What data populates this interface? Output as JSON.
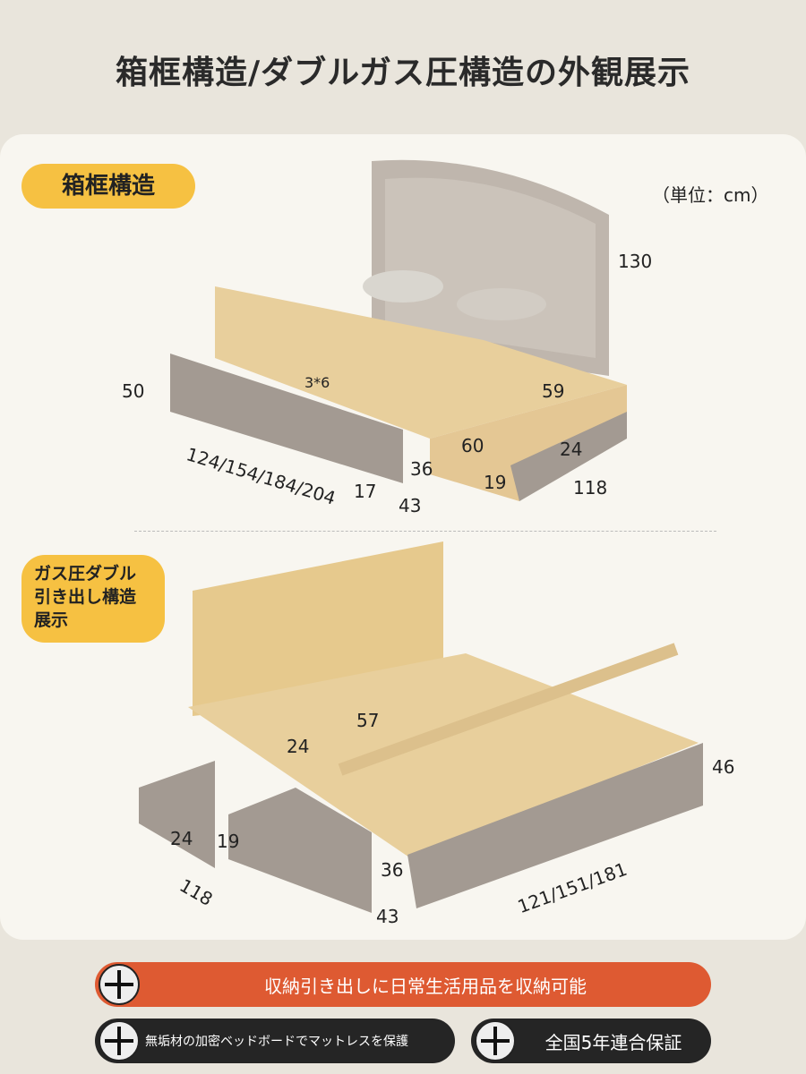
{
  "title": "箱框構造/ダブルガス圧構造の外観展示",
  "section1": {
    "label": "箱框構造",
    "unit": "（単位：cm）",
    "dims": {
      "height": "130",
      "side_height": "50",
      "width": "124/154/184/204",
      "slat": "3*6",
      "leg": "17",
      "rail_h": "36",
      "rail_d": "43",
      "drawer_d": "60",
      "drawer_w": "59",
      "drawer_h": "24",
      "drawer_inner": "19",
      "drawer_len": "118"
    }
  },
  "section2": {
    "label": "ガス圧ダブル引き出し構造展示",
    "dims": {
      "compartment": "57",
      "inner_h": "24",
      "height": "46",
      "drawer_h": "24",
      "drawer_inner": "19",
      "drawer_len": "118",
      "rail_h": "36",
      "rail_d": "43",
      "length": "121/151/181"
    }
  },
  "features": [
    {
      "icon": "plus-icon",
      "text": "収納引き出しに日常生活用品を収納可能"
    },
    {
      "icon": "plus-icon",
      "text": "無垢材の加密ベッドボードでマットレスを保護"
    },
    {
      "icon": "plus-icon",
      "text": "全国5年連合保証"
    }
  ],
  "colors": {
    "accent": "#f6c142",
    "orange": "#de5a32",
    "dark": "#252525",
    "frame": "#a39a92",
    "wood": "#e8cf9c"
  }
}
